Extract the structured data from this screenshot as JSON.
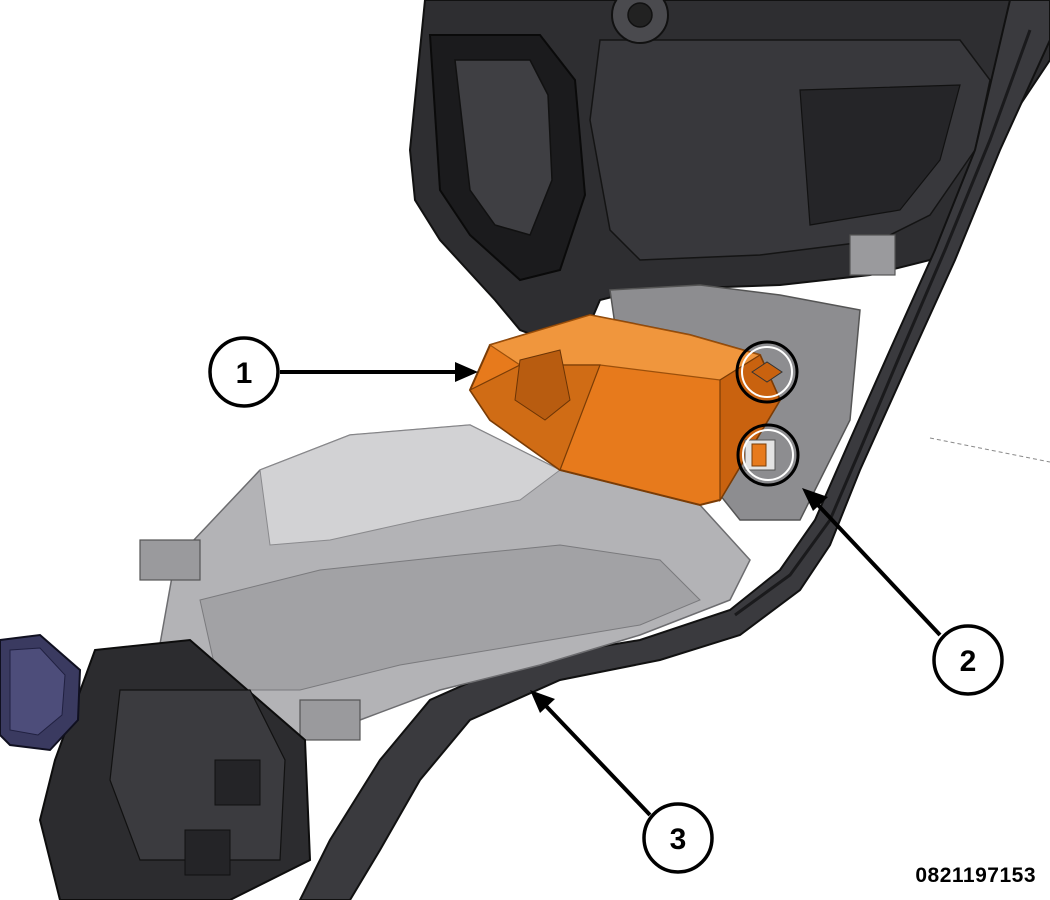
{
  "callouts": [
    {
      "label": "1",
      "part": "module"
    },
    {
      "label": "2",
      "part": "retaining-tab"
    },
    {
      "label": "3",
      "part": "trim-panel"
    }
  ],
  "figure_id": "0821197153",
  "colors": {
    "module": "#e77a1c",
    "module_shadow": "#b85c10",
    "panel": "#2b2b2e",
    "panel_light": "#55565a",
    "bracket": "#a8a8ab",
    "bracket_light": "#c9c9cb",
    "connector": "#3a3a60"
  }
}
